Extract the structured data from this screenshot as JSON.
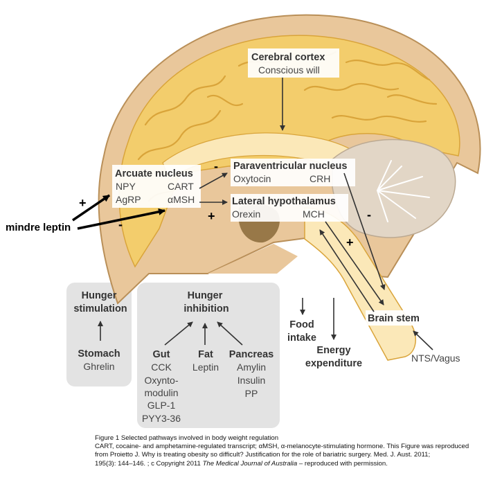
{
  "colors": {
    "skull": "#e9c79b",
    "skull_edge": "#b98f58",
    "brain": "#f3cd6c",
    "brain_fold": "#d9a43a",
    "inner": "#fbe8b8",
    "cerebellum": "#e2d6c6",
    "panel": "#e3e3e3",
    "label_box": "#ffffff",
    "arrow": "#333333"
  },
  "regions": {
    "cortex": {
      "title": "Cerebral cortex",
      "sub": "Conscious will"
    },
    "arcuate": {
      "title": "Arcuate nucleus",
      "npy": "NPY",
      "agrp": "AgRP",
      "cart": "CART",
      "amsh": "αMSH"
    },
    "paraventricular": {
      "title": "Paraventricular nucleus",
      "oxytocin": "Oxytocin",
      "crh": "CRH"
    },
    "lateral": {
      "title": "Lateral hypothalamus",
      "orexin": "Orexin",
      "mch": "MCH"
    },
    "brainstem": {
      "title": "Brain stem",
      "nts": "NTS/Vagus"
    }
  },
  "signs": {
    "minus1": "-",
    "plus_left": "+",
    "minus_left": "-",
    "plus_mid": "+",
    "minus_right": "-",
    "plus_right": "+"
  },
  "annotation": "mindre leptin",
  "stimulation": {
    "title1": "Hunger",
    "title2": "stimulation",
    "organ": "Stomach",
    "hormone": "Ghrelin"
  },
  "inhibition": {
    "title1": "Hunger",
    "title2": "inhibition",
    "gut": {
      "title": "Gut",
      "items": [
        "CCK",
        "Oxynto-",
        "modulin",
        "GLP-1",
        "PYY3-36"
      ]
    },
    "fat": {
      "title": "Fat",
      "items": [
        "Leptin"
      ]
    },
    "pancreas": {
      "title": "Pancreas",
      "items": [
        "Amylin",
        "Insulin",
        "PP"
      ]
    }
  },
  "outcomes": {
    "food1": "Food",
    "food2": "intake",
    "energy1": "Energy",
    "energy2": "expenditure"
  },
  "caption": {
    "line1": "Figure 1 Selected pathways involved in body weight regulation",
    "line2": "CART, cocaine- and amphetamine-regulated transcript; αMSH, α-melanocyte-stimulating hormone. This Figure was reproduced",
    "line3": "from Proietto J. Why is treating obesity so difficult? Justification for the role of bariatric surgery. Med. J. Aust. 2011;",
    "line4a": "195(3): 144–146. ; c Copyright 2011 ",
    "line4b": "The Medical Journal of Australia",
    "line4c": " – reproduced with permission."
  }
}
